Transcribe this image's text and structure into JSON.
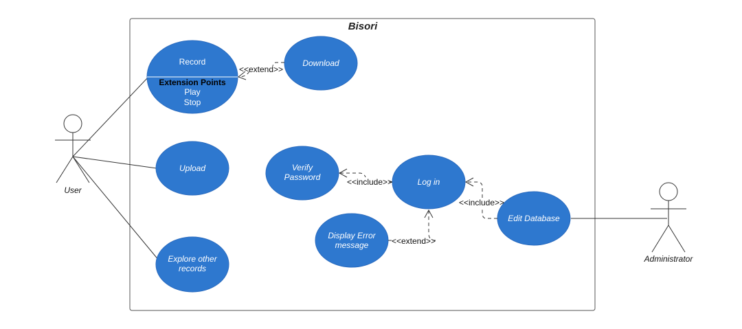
{
  "system": {
    "title": "Bisori"
  },
  "actors": {
    "user": "User",
    "administrator": "Administrator"
  },
  "use_cases": {
    "record": {
      "title": "Record",
      "extension_points_title": "Extension Points",
      "extension_points": [
        "Play",
        "Stop"
      ]
    },
    "download": {
      "line1": "Download"
    },
    "upload": {
      "line1": "Upload"
    },
    "explore": {
      "line1": "Explore other",
      "line2": "records"
    },
    "verify_password": {
      "line1": "Verify",
      "line2": "Password"
    },
    "log_in": {
      "line1": "Log in"
    },
    "display_error": {
      "line1": "Display Error",
      "line2": "message"
    },
    "edit_database": {
      "line1": "Edit Database"
    }
  },
  "relationships": {
    "record_download": "<<extend>>",
    "login_verify": "<<include>>",
    "edit_login": "<<include>>",
    "error_login": "<<extend>>"
  },
  "colors": {
    "use_case_fill": "#2e78cf",
    "use_case_text": "#ffffff"
  }
}
